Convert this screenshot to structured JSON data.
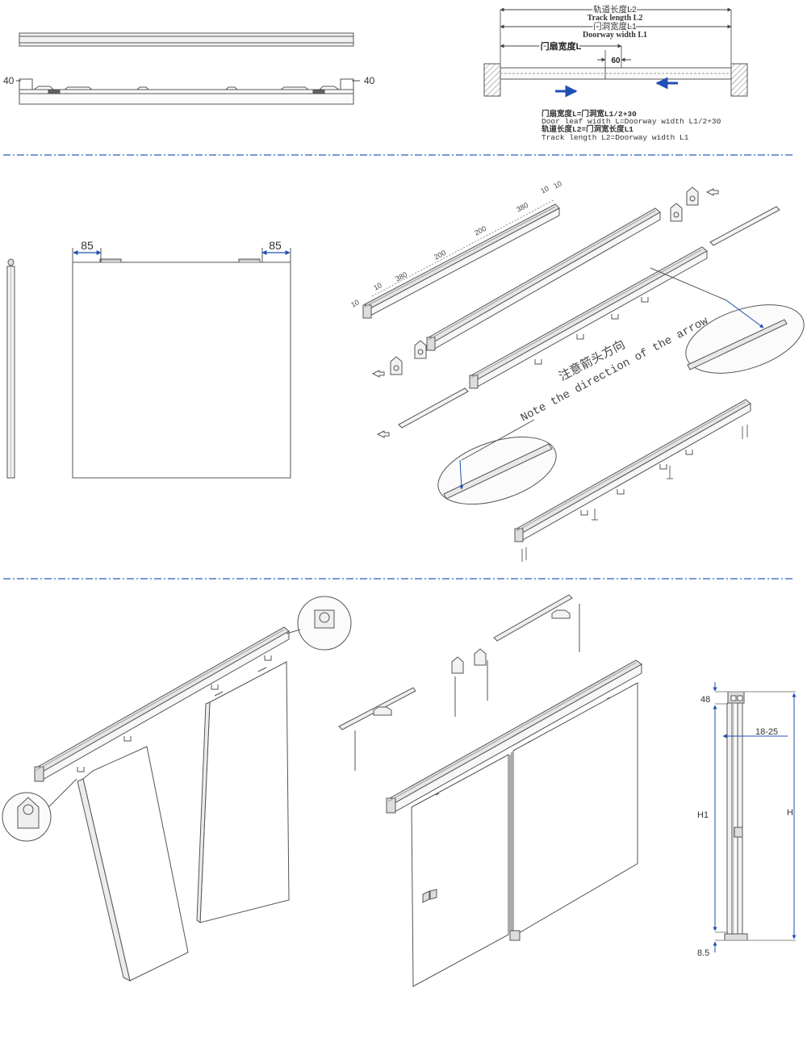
{
  "colors": {
    "line": "#555555",
    "dark": "#333333",
    "dashed_divider": "#2b5fb8",
    "arrow_blue": "#1f4fb4",
    "fill_light": "#f1f1f1",
    "fill_rail": "#e4e4e4"
  },
  "top_left": {
    "dim_left": "40",
    "dim_right": "40"
  },
  "top_right": {
    "track_length_cn": "轨道长度L2",
    "track_length_en": "Track length L2",
    "doorway_width_cn": "门洞宽度L1",
    "doorway_width_en": "Doorway width L1",
    "leaf_width_cn": "门扇宽度L",
    "overlap": "60",
    "formula_1_cn": "门扇宽度L=门洞宽L1/2+30",
    "formula_1_en": "Door leaf width L=Doorway width L1/2+30",
    "formula_2_cn": "轨道长度L2=门洞宽长度L1",
    "formula_2_en": "Track length L2=Doorway width L1"
  },
  "middle_left": {
    "dim_left": "85",
    "dim_right": "85"
  },
  "middle_right": {
    "dims": [
      "10",
      "10",
      "380",
      "200",
      "200",
      "380",
      "10",
      "10"
    ],
    "note_cn": "注意箭头方向",
    "note_en": "Note the direction of the arrow"
  },
  "bottom_right": {
    "dim_top": "48",
    "dim_gap": "18-25",
    "dim_h1": "H1",
    "dim_h": "H",
    "dim_bottom": "8.5"
  }
}
